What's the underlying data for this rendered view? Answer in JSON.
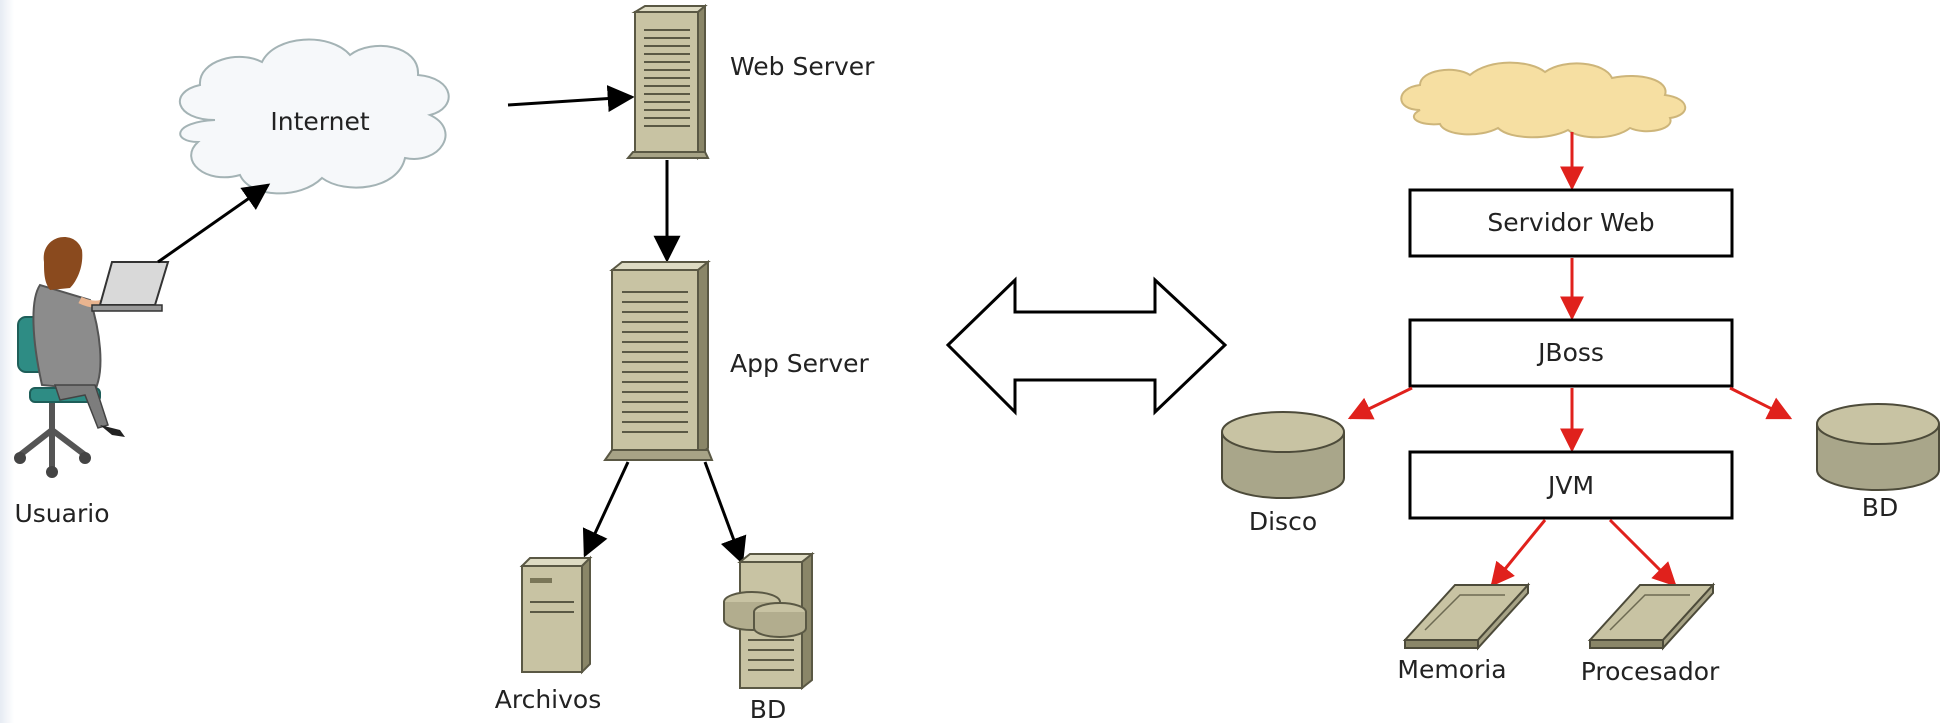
{
  "left": {
    "user_label": "Usuario",
    "cloud_label": "Internet",
    "web_server_label": "Web Server",
    "app_server_label": "App Server",
    "files_label": "Archivos",
    "db_label": "BD"
  },
  "right": {
    "web_server_box": "Servidor Web",
    "jboss_box": "JBoss",
    "jvm_box": "JVM",
    "disk_label": "Disco",
    "db_label": "BD",
    "memory_label": "Memoria",
    "processor_label": "Procesador"
  },
  "colors": {
    "server_fill": "#c8c3a3",
    "server_dark": "#8a8668",
    "cloud_left_fill": "#f6f8fa",
    "cloud_left_stroke": "#a4b3b5",
    "cloud_right_fill": "#f6dfa2",
    "cloud_right_stroke": "#cdb57a",
    "left_arrows": "#000000",
    "right_arrows": "#e0211c"
  },
  "icons": {
    "user": "person-at-laptop-icon",
    "internet": "cloud-icon",
    "web_server": "tower-server-icon",
    "app_server": "tower-server-icon",
    "files": "file-server-icon",
    "db": "database-server-icon",
    "disk": "disk-cylinder-icon",
    "memory": "memory-chip-icon",
    "processor": "processor-chip-icon",
    "equivalence": "double-headed-arrow-icon"
  }
}
